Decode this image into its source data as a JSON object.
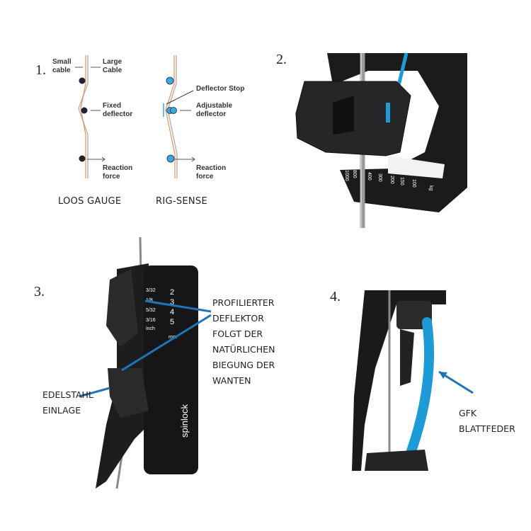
{
  "panel1": {
    "number": "1.",
    "loos": {
      "small_cable": [
        "Small",
        "cable"
      ],
      "large_cable": [
        "Large",
        "Cable"
      ],
      "fixed_deflector": [
        "Fixed",
        "deflector"
      ],
      "reaction_force": [
        "Reaction",
        "force"
      ],
      "title": "LOOS GAUGE"
    },
    "rigsense": {
      "deflector_stop": "Deflector Stop",
      "adjustable_deflector": [
        "Adjustable",
        "deflector"
      ],
      "reaction_force": [
        "Reaction",
        "force"
      ],
      "title": "RIG-SENSE"
    },
    "colors": {
      "small_cable": "#e8905a",
      "large_cable": "#b9b9b9",
      "loos_deflector": "#1e2530",
      "rigsense_deflector": "#3aa9e0"
    }
  },
  "panel2": {
    "number": "2.",
    "scale_labels": [
      "1000",
      "800",
      "400",
      "300",
      "200",
      "150",
      "100"
    ],
    "unit": "kg",
    "colors": {
      "body": "#1b1b1d",
      "accent": "#1e9ad6"
    }
  },
  "panel3": {
    "number": "3.",
    "scale_mm": [
      "2",
      "3",
      "4",
      "5"
    ],
    "scale_inch": [
      "3/32",
      "1/8",
      "5/32",
      "3/16"
    ],
    "inch_unit": "inch",
    "mm_unit": "mm",
    "brand": "spinlock",
    "callout_right": [
      "PROFILIERTER",
      "DEFLEKTOR",
      "FOLGT DER",
      "NATÜRLICHEN",
      "BIEGUNG DER",
      "WANTEN"
    ],
    "callout_left": [
      "EDELSTAHL",
      "EINLAGE"
    ],
    "arrow_color": "#1f74b8"
  },
  "panel4": {
    "number": "4.",
    "callout": [
      "GFK",
      "BLATTFEDER"
    ],
    "spring_color": "#1e9ad6"
  }
}
